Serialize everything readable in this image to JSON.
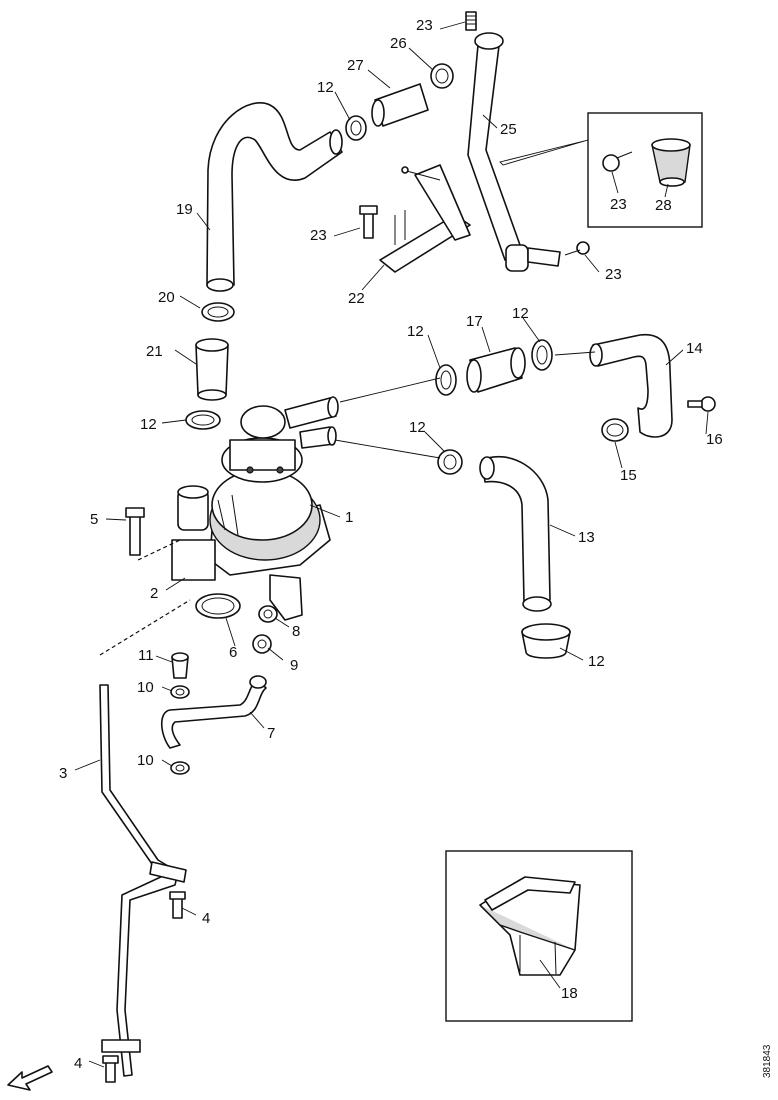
{
  "callouts": {
    "c1": "1",
    "c2": "2",
    "c3": "3",
    "c4a": "4",
    "c4b": "4",
    "c5": "5",
    "c6": "6",
    "c7": "7",
    "c8": "8",
    "c9": "9",
    "c10a": "10",
    "c10b": "10",
    "c11": "11",
    "c12a": "12",
    "c12b": "12",
    "c12c": "12",
    "c12d": "12",
    "c12e": "12",
    "c12f": "12",
    "c13": "13",
    "c14": "14",
    "c15": "15",
    "c16": "16",
    "c17": "17",
    "c18": "18",
    "c19": "19",
    "c20": "20",
    "c21": "21",
    "c22": "22",
    "c23a": "23",
    "c23b": "23",
    "c23c": "23",
    "c23d": "23",
    "c25": "25",
    "c26": "26",
    "c27": "27",
    "c28": "28"
  },
  "reference_number": "381843"
}
